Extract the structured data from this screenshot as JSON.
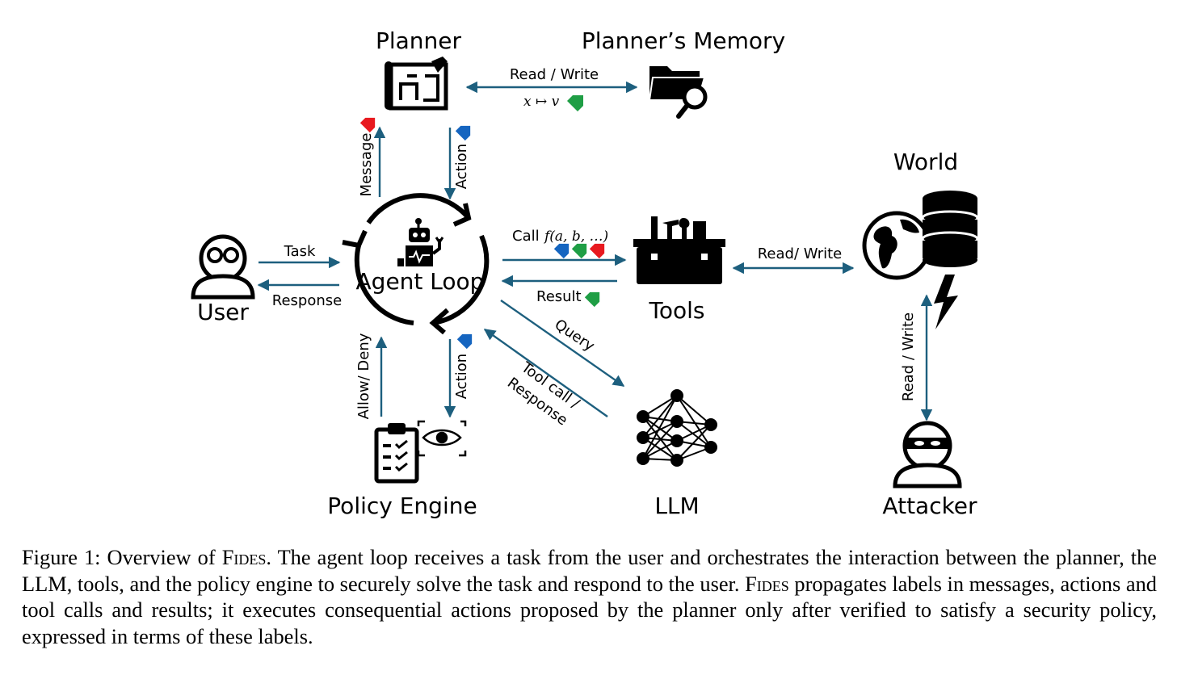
{
  "nodes": {
    "planner": "Planner",
    "planner_memory": "Planner’s Memory",
    "world": "World",
    "user": "User",
    "agent_loop": "Agent Loop",
    "tools": "Tools",
    "policy_engine": "Policy Engine",
    "llm": "LLM",
    "attacker": "Attacker"
  },
  "edges": {
    "planner_memory": "Read / Write",
    "planner_memory_math": "x ↦ v",
    "message": "Message",
    "action_top": "Action",
    "task": "Task",
    "response": "Response",
    "call": "Call",
    "call_math": "f(a, b, …)",
    "result": "Result",
    "tools_world": "Read/ Write",
    "world_attacker": "Read / Write",
    "query": "Query",
    "toolcall_line1": "Tool call /",
    "toolcall_line2": "Response",
    "allow_deny": "Allow/ Deny",
    "action_bottom": "Action"
  },
  "label_colors": {
    "red": "#e8191f",
    "blue": "#1565c0",
    "green": "#1f9e45",
    "arrow": "#1d5f7e"
  },
  "icons": [
    "blueprint-icon",
    "folder-search-icon",
    "globe-database-icon",
    "lightning-icon",
    "user-glasses-icon",
    "robot-icon",
    "toolbox-icon",
    "policy-clipboard-icon",
    "neural-network-icon",
    "attacker-icon",
    "tag-icon"
  ],
  "caption": {
    "prefix": "Figure 1: Overview of ",
    "name": "Fides",
    "part1": ". The agent loop receives a task from the user and orchestrates the interaction between the planner, the LLM, tools, and the policy engine to securely solve the task and respond to the user. ",
    "part2": " propagates labels in messages, actions and tool calls and results; it executes consequential actions proposed by the planner only after verified to satisfy a security policy, expressed in terms of these labels."
  }
}
